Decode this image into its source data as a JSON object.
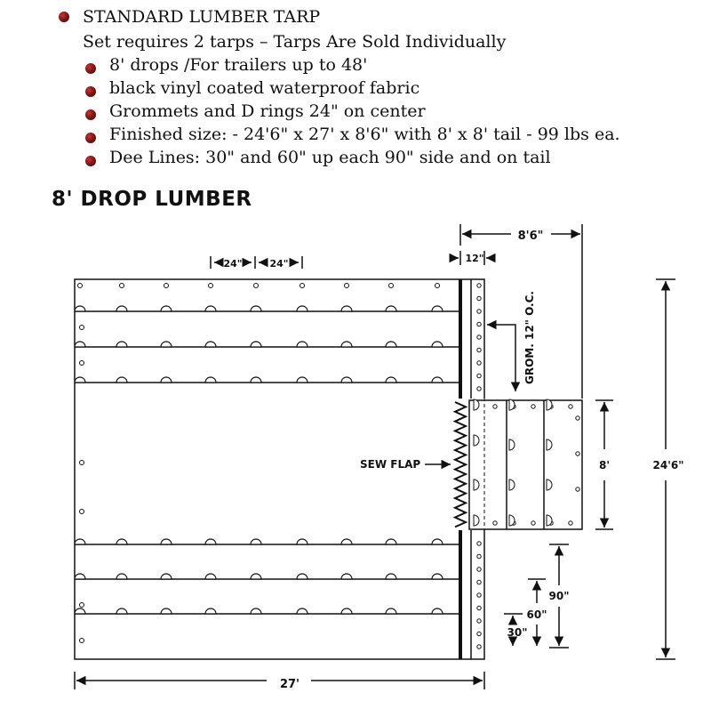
{
  "product": {
    "title": "STANDARD LUMBER TARP",
    "subtitle": "Set requires 2 tarps – Tarps Are Sold Individually",
    "features": [
      "8' drops /For trailers up to 48'",
      "black vinyl coated waterproof fabric",
      "Grommets and D rings 24\" on center",
      "Finished size: - 24'6\" x 27' x 8'6\" with 8' x 8' tail - 99 lbs ea.",
      "Dee Lines: 30\" and 60\" up each 90\" side and on tail"
    ],
    "bullet_color": "#7a0f0f"
  },
  "diagram": {
    "heading": "8' DROP LUMBER",
    "labels": {
      "spacing_left": "24\"",
      "spacing_right": "24\"",
      "flap_width": "12\"",
      "tail_depth": "8'6\"",
      "grommet_spacing": "GROM. 12\" O.C.",
      "sew_flap": "SEW FLAP",
      "tail_width": "8'",
      "overall_width": "24'6\"",
      "drop_90": "90\"",
      "drop_60": "60\"",
      "drop_30": "30\"",
      "overall_length": "27'"
    }
  }
}
